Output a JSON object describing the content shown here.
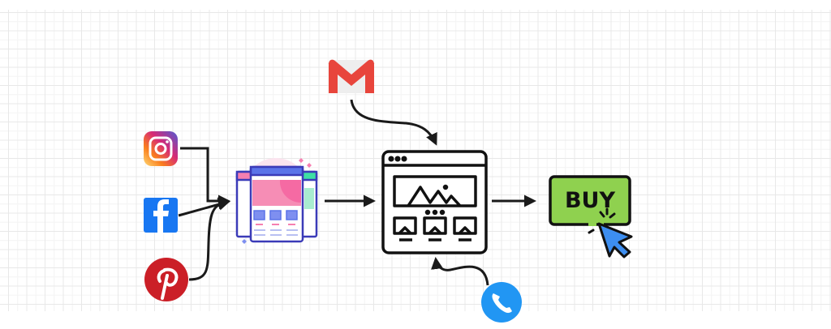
{
  "diagram": {
    "nodes": [
      {
        "id": "instagram",
        "icon": "instagram-icon"
      },
      {
        "id": "facebook",
        "icon": "facebook-icon"
      },
      {
        "id": "pinterest",
        "icon": "pinterest-icon"
      },
      {
        "id": "landing-page",
        "icon": "landing-page-icon"
      },
      {
        "id": "gmail",
        "icon": "gmail-icon"
      },
      {
        "id": "website",
        "icon": "website-icon"
      },
      {
        "id": "phone",
        "icon": "phone-icon"
      },
      {
        "id": "buy",
        "icon": "buy-button-icon"
      }
    ],
    "buy_label": "BUY"
  },
  "colors": {
    "arrow": "#1a1a1a",
    "buy_fill": "#8fd14f",
    "facebook": "#1877f2",
    "pinterest": "#cb1f27",
    "phone": "#2196f3",
    "cursor": "#3d8ef0"
  }
}
